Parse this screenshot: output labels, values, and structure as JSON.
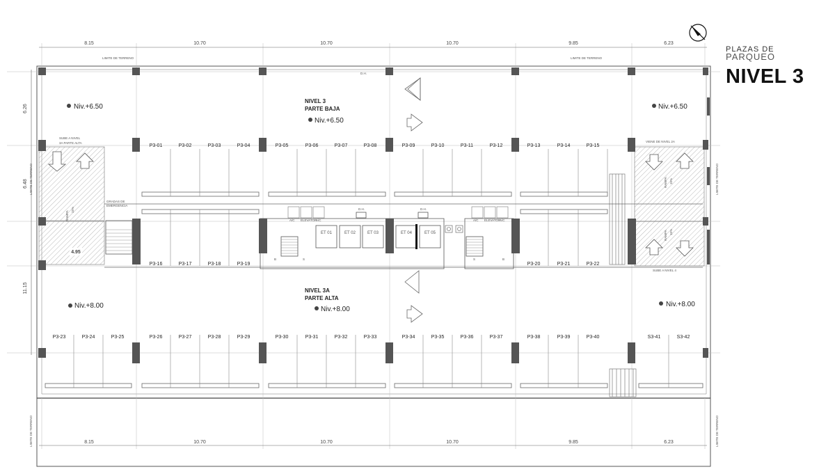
{
  "title": {
    "line1": "PLAZAS DE",
    "line2": "PARQUEO",
    "level": "NIVEL 3"
  },
  "dimensions": {
    "horizontal": [
      "8.15",
      "10.70",
      "10.70",
      "10.70",
      "9.85",
      "6.23"
    ],
    "vertical": [
      "6.26",
      "6.48",
      "11.15"
    ],
    "ramp_width": "4.95"
  },
  "labels": {
    "limite_terreno": "LIMITE DE TERRENO",
    "zone_low_1": "NIVEL 3",
    "zone_low_2": "PARTE BAJA",
    "zone_high_1": "NIVEL 3A",
    "zone_high_2": "PARTE ALTA",
    "sube_nivel_3a_1": "SUBE A NIVEL",
    "sube_nivel_3a_2": "3A PARTE ALTA",
    "viene_nivel": "VIENE DE NIVEL 2A",
    "sube_nivel_4": "SUBE A NIVEL 4",
    "gradas_1": "GRADAS DE",
    "gradas_2": "EMERGENCIA",
    "rampa": "RAMPA",
    "rampa_pct": "15%",
    "dh": "D.H.",
    "elevator": "ELEVATOR",
    "ac": "A/C",
    "stair_b": "B",
    "stair_s": "S"
  },
  "levels": {
    "top_left": "Niv.+6.50",
    "top_mid": "Niv.+6.50",
    "top_right": "Niv.+6.50",
    "bottom_left": "Niv.+8.00",
    "bottom_mid": "Niv.+8.00",
    "bottom_right": "Niv.+8.00"
  },
  "storage": [
    "ET 01",
    "ET 02",
    "ET 03",
    "ET 04",
    "ET 05"
  ],
  "spaces": {
    "row_top": [
      "P3-01",
      "P3-02",
      "P3-03",
      "P3-04",
      "P3-05",
      "P3-06",
      "P3-07",
      "P3-08",
      "P3-09",
      "P3-10",
      "P3-11",
      "P3-12",
      "P3-13",
      "P3-14",
      "P3-15"
    ],
    "row_mid": [
      "P3-16",
      "P3-17",
      "P3-18",
      "P3-19",
      "P3-20",
      "P3-21",
      "P3-22"
    ],
    "row_bottom": [
      "P3-23",
      "P3-24",
      "P3-25",
      "P3-26",
      "P3-27",
      "P3-28",
      "P3-29",
      "P3-30",
      "P3-31",
      "P3-32",
      "P3-33",
      "P3-34",
      "P3-35",
      "P3-36",
      "P3-37",
      "P3-38",
      "P3-39",
      "P3-40",
      "S3-41",
      "S3-42"
    ]
  },
  "icons": [
    "north-arrow-icon",
    "level-marker-icon",
    "direction-arrow-icon",
    "disabled-access-icon"
  ]
}
